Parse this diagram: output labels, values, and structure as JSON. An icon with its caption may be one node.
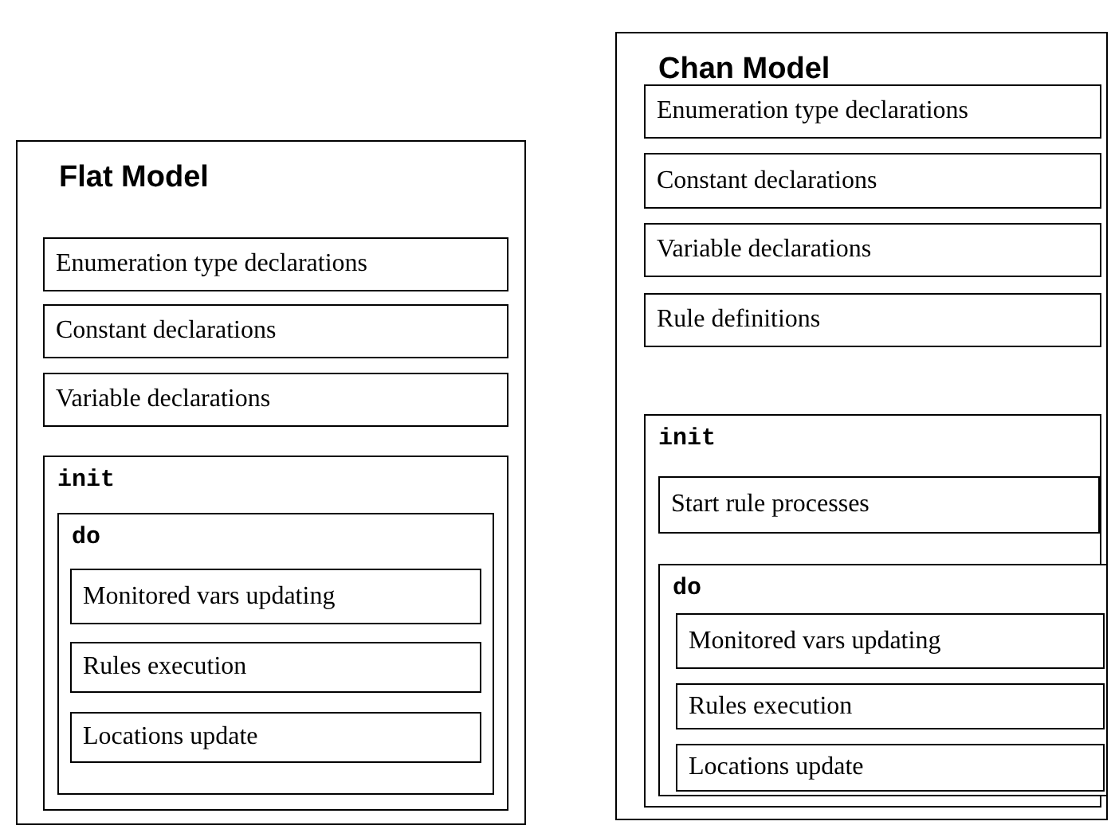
{
  "diagram": {
    "nodes": [
      {
        "text": [
          "Flat Model"
        ]
      },
      {
        "text": [
          "Enumeration type declarations"
        ],
        "in": 0
      },
      {
        "text": [
          "Constant declarations"
        ],
        "in": 0
      },
      {
        "text": [
          "Variable declarations"
        ],
        "in": 0
      },
      {
        "text": [
          "init"
        ],
        "in": 0
      },
      {
        "text": [
          "do"
        ],
        "in": 4
      },
      {
        "text": [
          "Monitored vars updating"
        ],
        "in": 5
      },
      {
        "text": [
          "Rules execution"
        ],
        "in": 5
      },
      {
        "text": [
          "Locations update"
        ],
        "in": 5
      },
      {
        "text": [
          "Chan Model"
        ]
      },
      {
        "text": [
          "Enumeration type declarations"
        ],
        "in": 9
      },
      {
        "text": [
          "Constant declarations"
        ],
        "in": 9
      },
      {
        "text": [
          "Variable declarations"
        ],
        "in": 9
      },
      {
        "text": [
          "Rule definitions"
        ],
        "in": 9
      },
      {
        "text": [
          "init"
        ],
        "in": 9
      },
      {
        "text": [
          "Start rule processes"
        ],
        "in": 14
      },
      {
        "text": [
          "do"
        ],
        "in": 14
      },
      {
        "text": [
          "Monitored vars updating"
        ],
        "in": 16
      },
      {
        "text": [
          "Rules execution"
        ],
        "in": 16
      },
      {
        "text": [
          "Locations update"
        ],
        "in": 16
      }
    ]
  }
}
